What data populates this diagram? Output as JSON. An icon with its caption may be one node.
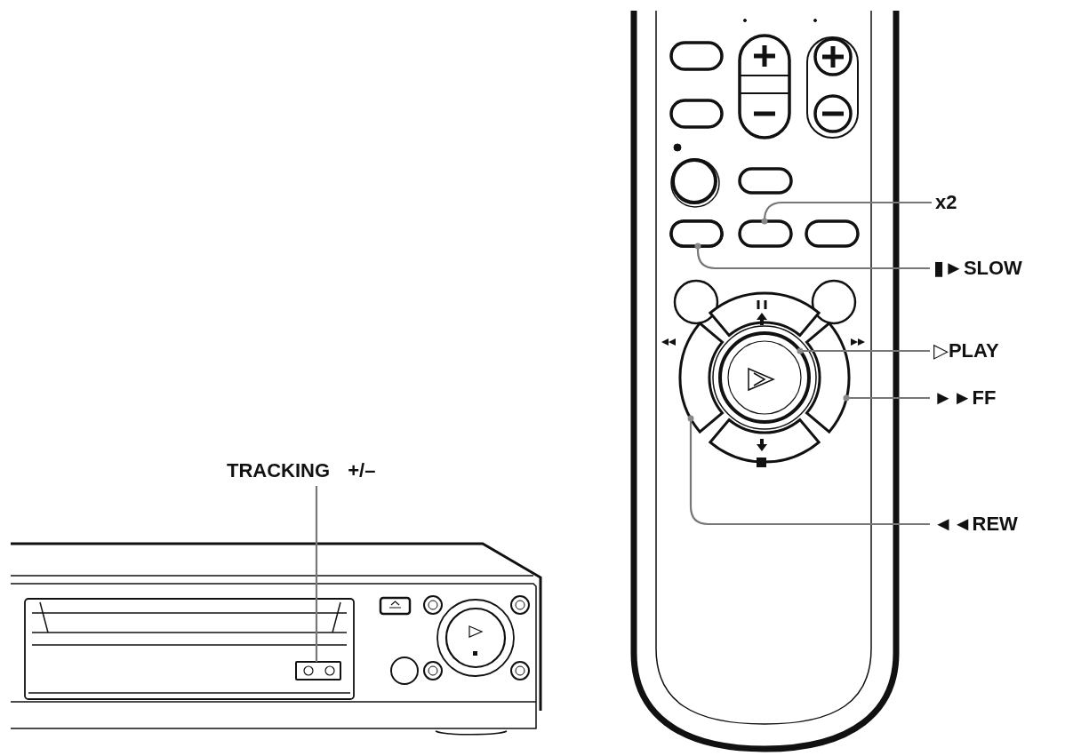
{
  "diagram": {
    "nodes": [
      {
        "text": [
          "TRACKING +/–"
        ]
      },
      {
        "text": [],
        "shape": "box"
      },
      {
        "text": [
          "x2"
        ]
      },
      {
        "text": [],
        "shape": "box"
      },
      {
        "text": [
          "▮►SLOW"
        ]
      },
      {
        "text": [],
        "shape": "box"
      },
      {
        "text": [
          "▷PLAY"
        ]
      },
      {
        "text": [],
        "shape": "circle"
      },
      {
        "text": [
          "►►FF"
        ]
      },
      {
        "text": [],
        "shape": "arc"
      },
      {
        "text": [
          "◄◄REW"
        ]
      },
      {
        "text": [],
        "shape": "arc"
      }
    ],
    "edges": [
      {
        "from": 0,
        "to": 1,
        "arrow": "none"
      },
      {
        "from": 2,
        "to": 3,
        "arrow": "other"
      },
      {
        "from": 4,
        "to": 5,
        "arrow": "other"
      },
      {
        "from": 6,
        "to": 7,
        "arrow": "other"
      },
      {
        "from": 8,
        "to": 11,
        "arrow": "other"
      },
      {
        "from": 10,
        "to": 9,
        "arrow": "other"
      }
    ]
  }
}
